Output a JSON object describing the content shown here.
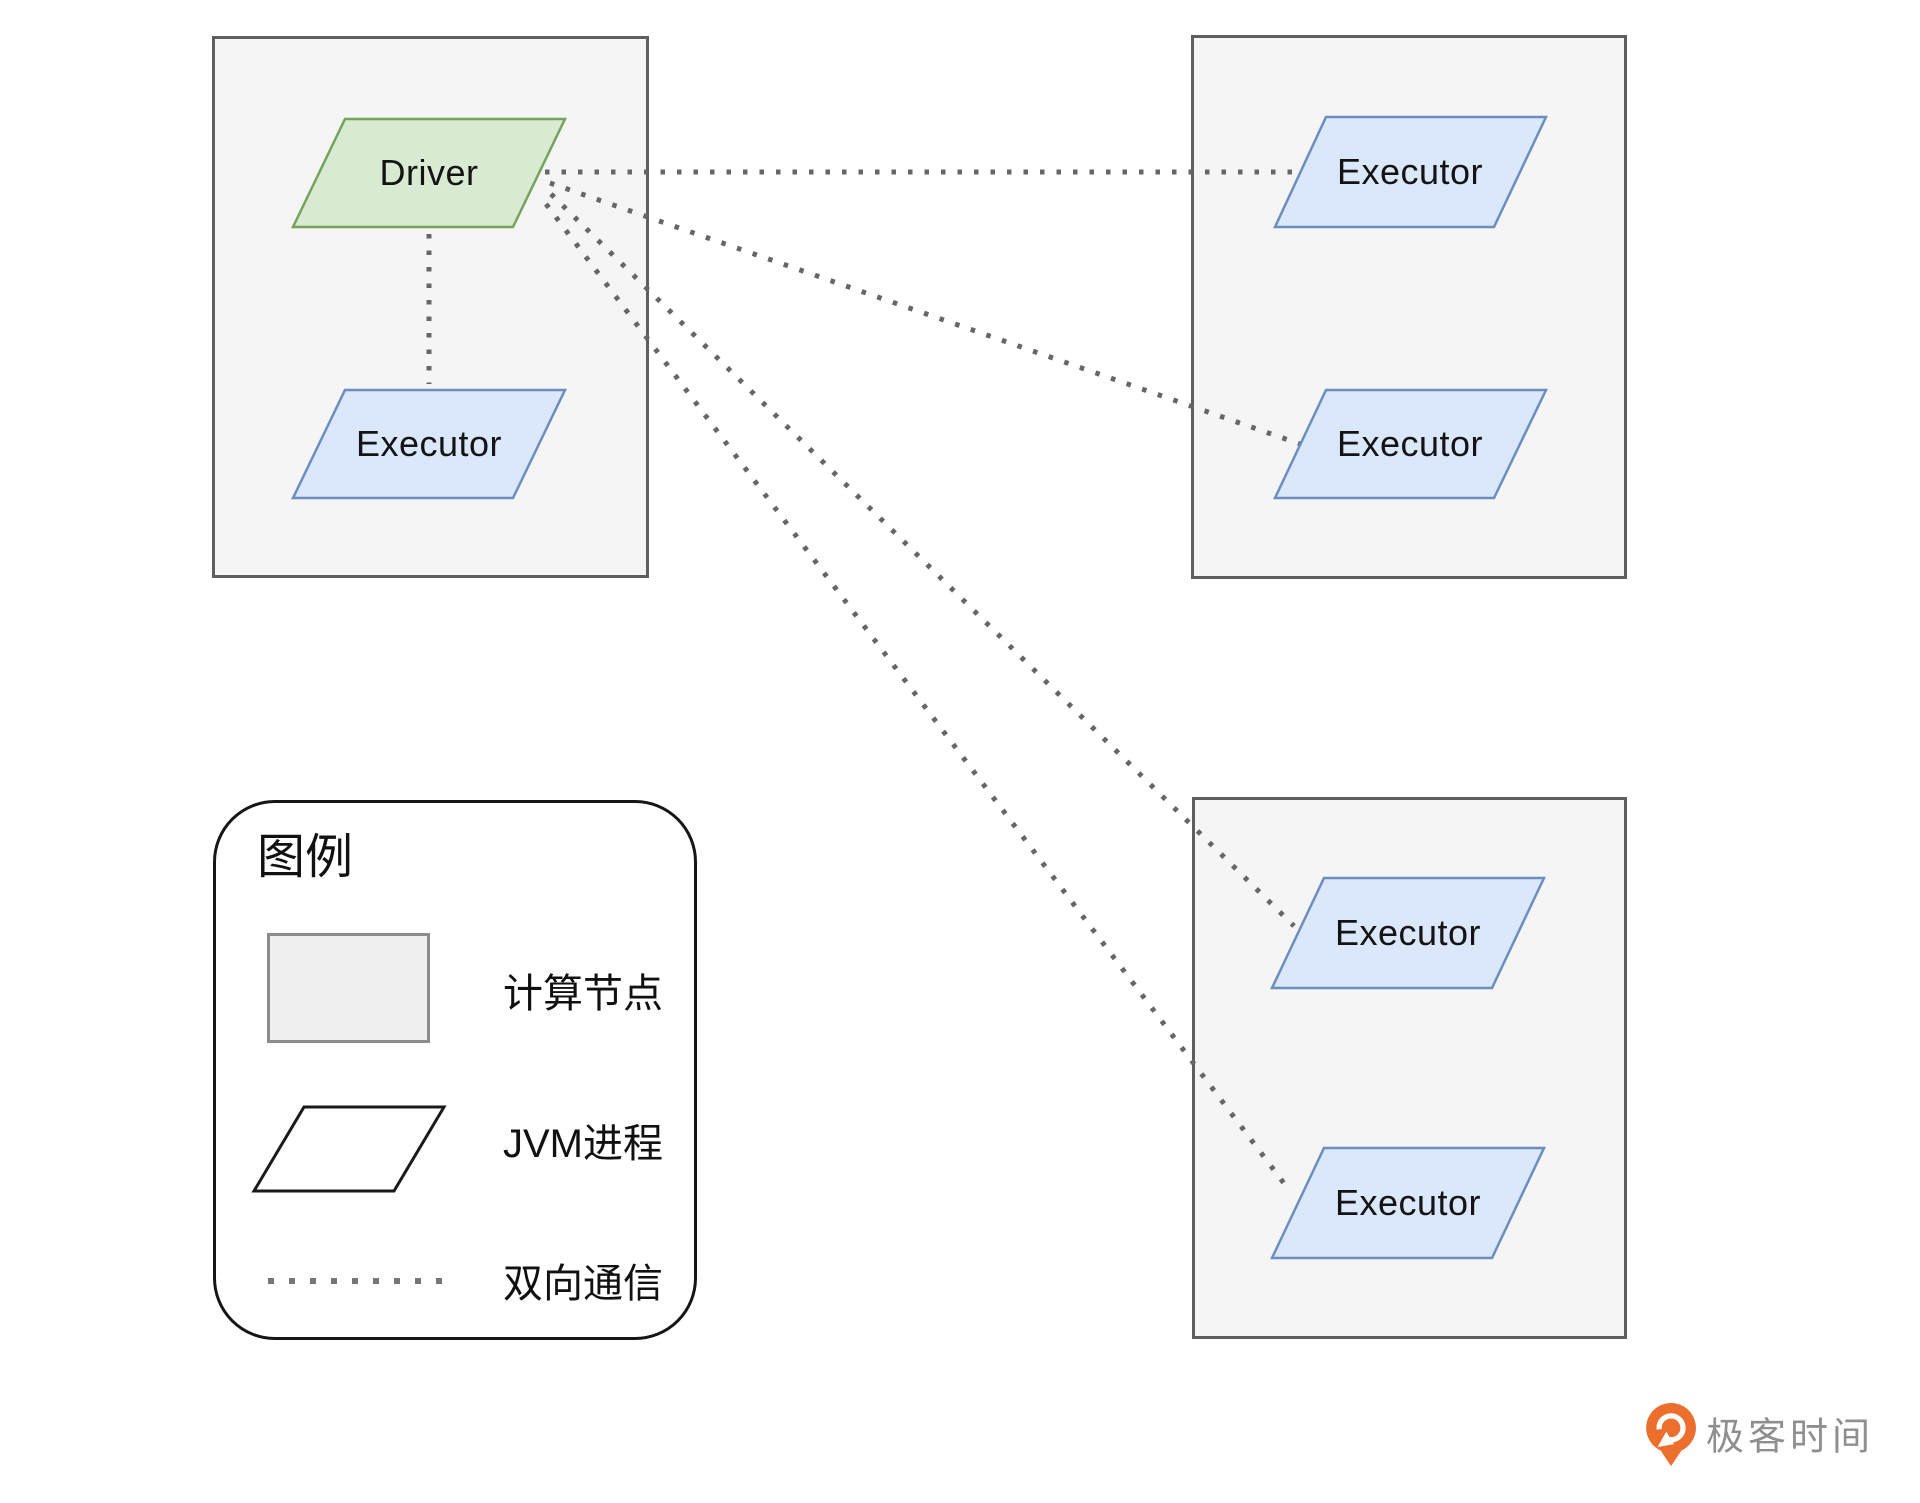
{
  "shapes": {
    "driver_label": "Driver",
    "executor_label": "Executor"
  },
  "legend": {
    "title": "图例",
    "items": [
      {
        "symbol": "compute-node-swatch",
        "label": "计算节点"
      },
      {
        "symbol": "jvm-process-parallelogram",
        "label": "JVM进程"
      },
      {
        "symbol": "bidirectional-dotted-line",
        "label": "双向通信"
      }
    ]
  },
  "branding": {
    "logo_text": "极客时间"
  },
  "colors": {
    "driver_fill": "#d9ead3",
    "driver_border": "#74a35a",
    "executor_fill": "#dbe7fa",
    "executor_border": "#6c8ebf",
    "compute_node_fill": "#f5f5f5",
    "compute_node_border": "#5e5e5e",
    "connector_gray": "#666666",
    "legend_border": "#161616",
    "logo_orange": "#ED6F2D",
    "logo_text_gray": "#8f8f8f"
  }
}
